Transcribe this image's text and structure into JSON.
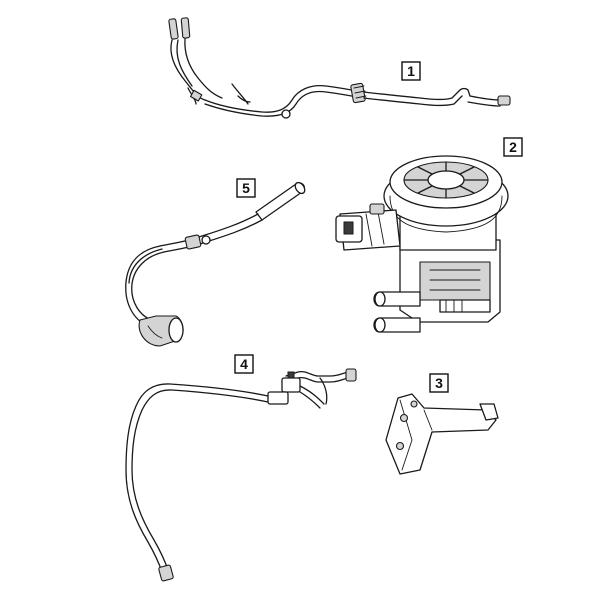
{
  "callouts": [
    {
      "id": "1",
      "label": "1"
    },
    {
      "id": "2",
      "label": "2"
    },
    {
      "id": "3",
      "label": "3"
    },
    {
      "id": "4",
      "label": "4"
    },
    {
      "id": "5",
      "label": "5"
    }
  ],
  "colors": {
    "line": "#1a1a1a",
    "background": "#ffffff",
    "shade": "#d4d4d4"
  },
  "parts": [
    "wiring-harness",
    "vacuum-solenoid-valve",
    "mounting-bracket",
    "vacuum-line-assembly",
    "vacuum-hose"
  ]
}
